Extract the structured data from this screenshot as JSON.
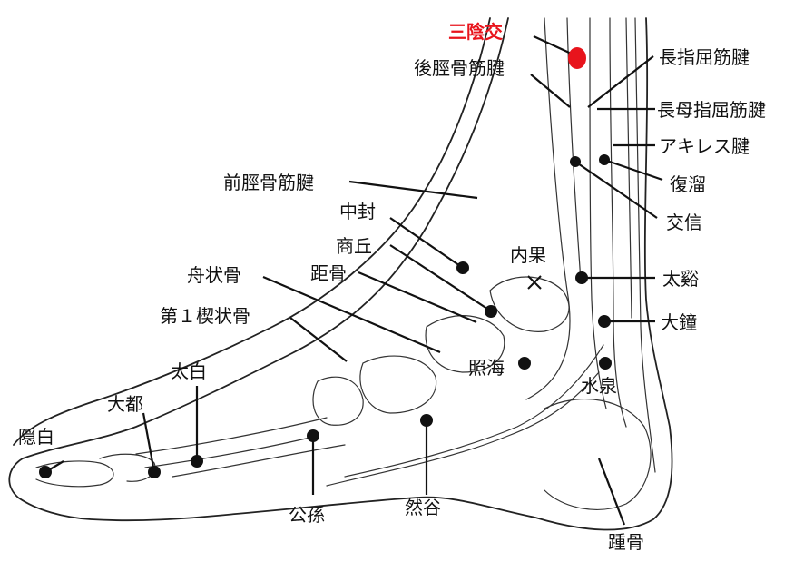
{
  "accent_color": "#e8141c",
  "highlight": {
    "label": "三陰交"
  },
  "labels": {
    "tendon_posterior_tibial": "後脛骨筋腱",
    "tendon_flexor_digitorum": "長指屈筋腱",
    "tendon_flexor_hallucis": "長母指屈筋腱",
    "tendon_achilles": "アキレス腱",
    "fuliu": "復溜",
    "jiaoxin": "交信",
    "tendon_anterior_tibial": "前脛骨筋腱",
    "zhongfeng": "中封",
    "shangqiu": "商丘",
    "medial_malleolus": "内果",
    "talus": "距骨",
    "navicular": "舟状骨",
    "cuneiform": "第１楔状骨",
    "taixi": "太谿",
    "dazhong": "大鐘",
    "zhaohai": "照海",
    "shuiquan": "水泉",
    "taibai": "太白",
    "dadu": "大都",
    "yinbai": "隠白",
    "gongsun": "公孫",
    "rangu": "然谷",
    "calcaneus": "踵骨"
  }
}
